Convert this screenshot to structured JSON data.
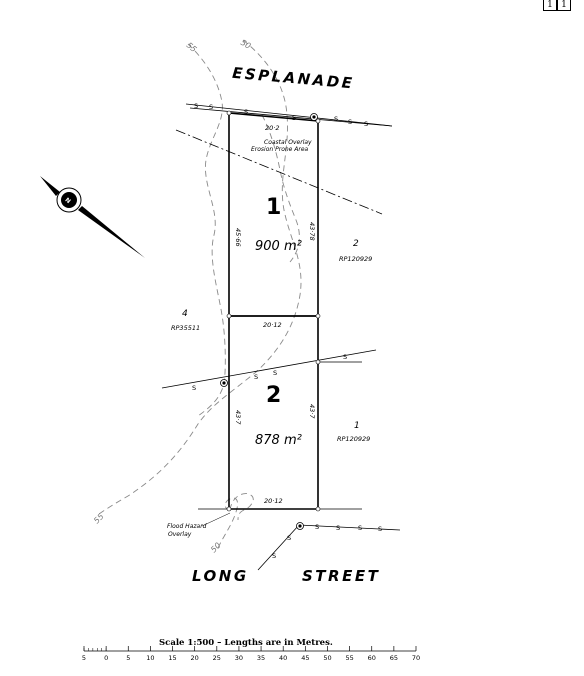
{
  "corner_marks": [
    "1",
    "1"
  ],
  "streets": {
    "north": "ESPLANADE",
    "south_1": "LONG",
    "south_2": "STREET"
  },
  "overlays": {
    "coastal_1": "Coastal Overlay",
    "coastal_2": "Erosion Prone Area",
    "flood_1": "Flood Hazard",
    "flood_2": "Overlay"
  },
  "lots": [
    {
      "number": "1",
      "area": "900 m²",
      "dim_top": "20·2",
      "dim_west": "45·66",
      "dim_east": "43·78"
    },
    {
      "number": "2",
      "area": "878 m²",
      "dim_top": "20·12",
      "dim_bottom": "20·12",
      "dim_west": "43·7",
      "dim_east": "43·7"
    }
  ],
  "neighbours": [
    {
      "lot": "2",
      "plan": "RP120929"
    },
    {
      "lot": "1",
      "plan": "RP120929"
    },
    {
      "lot": "4",
      "plan": "RP35511"
    }
  ],
  "contours": [
    "55",
    "50",
    "55",
    "50"
  ],
  "sewer_marker": "S",
  "scale": {
    "title": "Scale 1:500  –  Lengths are in Metres.",
    "ticks": [
      "5",
      "0",
      "5",
      "10",
      "15",
      "20",
      "25",
      "30",
      "35",
      "40",
      "45",
      "50",
      "55",
      "60",
      "65",
      "70"
    ]
  }
}
